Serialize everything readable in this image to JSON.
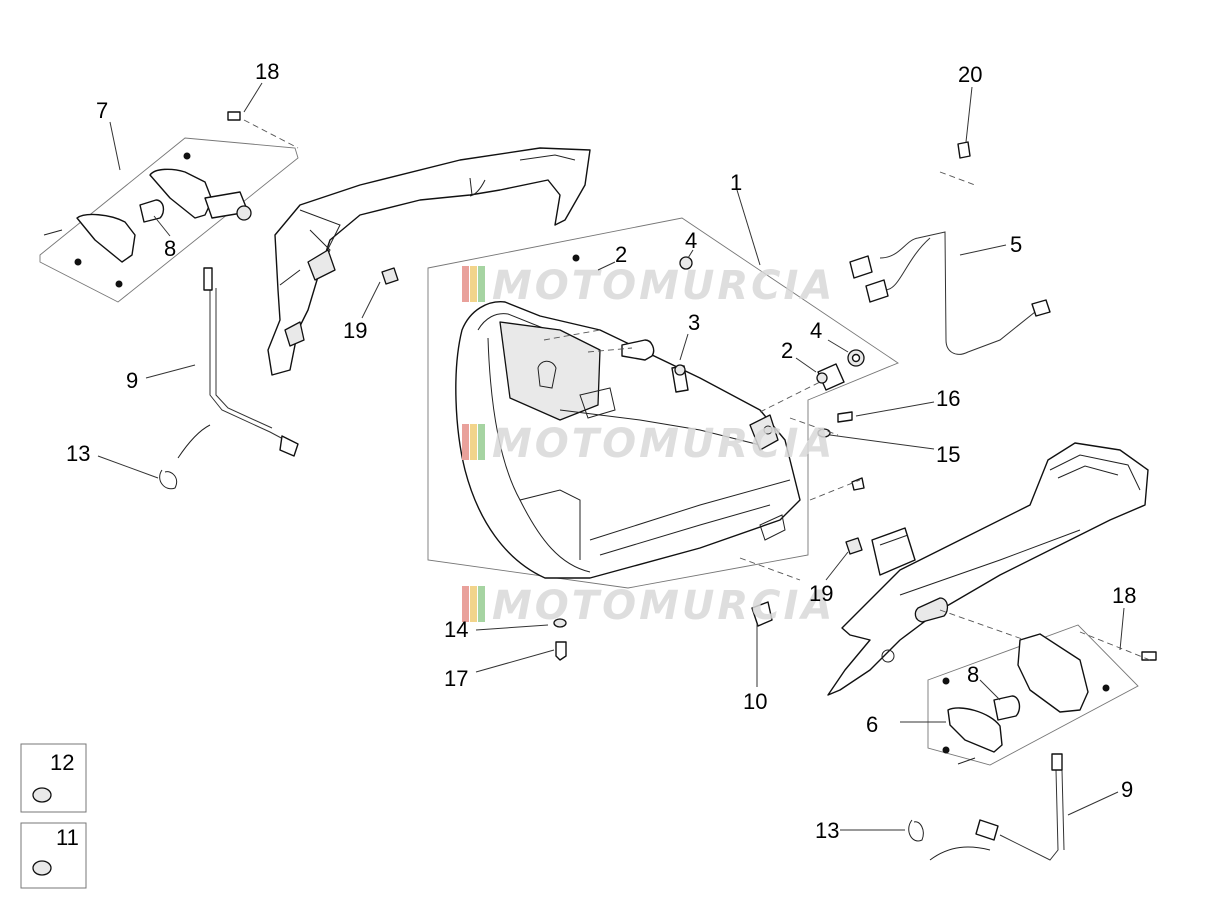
{
  "watermark": {
    "text": "MOTOMURCIA",
    "colors": [
      "#e9a19b",
      "#f2d48b",
      "#a6d4a2"
    ]
  },
  "callouts": [
    "1",
    "2",
    "2",
    "3",
    "4",
    "4",
    "5",
    "6",
    "7",
    "8",
    "8",
    "9",
    "9",
    "10",
    "11",
    "12",
    "13",
    "13",
    "14",
    "15",
    "16",
    "17",
    "18",
    "18",
    "19",
    "19",
    "20"
  ]
}
